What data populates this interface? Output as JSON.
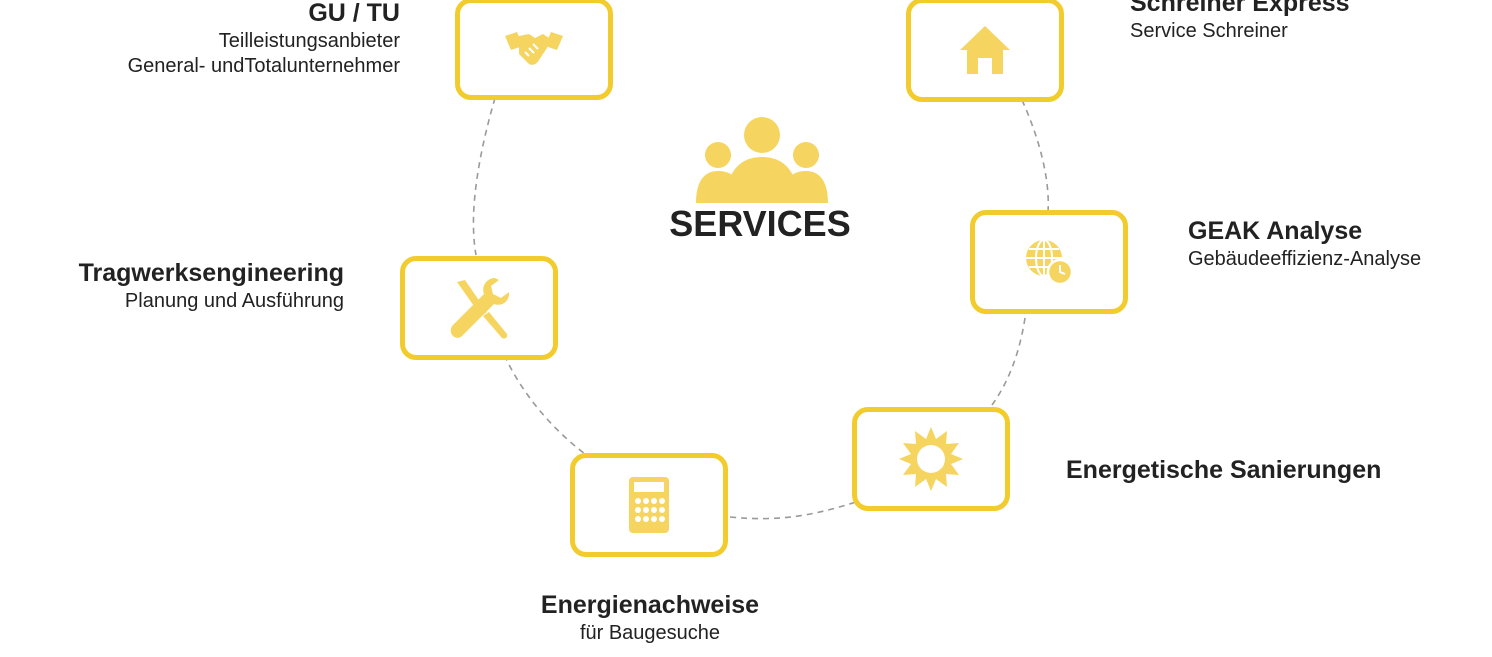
{
  "center": {
    "title": "SERVICES",
    "icon": "people-group-icon"
  },
  "services": [
    {
      "id": "gu-tu",
      "title": "GU / TU",
      "lines": [
        "Teilleistungsanbieter",
        "General- undTotalunternehmer"
      ],
      "icon": "handshake-icon"
    },
    {
      "id": "schreiner",
      "title": "Schreiner Express",
      "lines": [
        "Service Schreiner"
      ],
      "icon": "house-icon"
    },
    {
      "id": "geak",
      "title": "GEAK Analyse",
      "lines": [
        "Gebäudeeffizienz-Analyse"
      ],
      "icon": "globe-clock-icon"
    },
    {
      "id": "sanierung",
      "title": "Energetische Sanierungen",
      "lines": [],
      "icon": "sun-icon"
    },
    {
      "id": "nachweise",
      "title": "Energienachweise",
      "lines": [
        "für Baugesuche"
      ],
      "icon": "calculator-icon"
    },
    {
      "id": "tragwerk",
      "title": "Tragwerksengineering",
      "lines": [
        "Planung und Ausführung"
      ],
      "icon": "tools-icon"
    }
  ],
  "colors": {
    "accent": "#f2cc2c",
    "icon_fill": "#f5d560",
    "connector": "#9a9a9a",
    "text": "#222222"
  }
}
